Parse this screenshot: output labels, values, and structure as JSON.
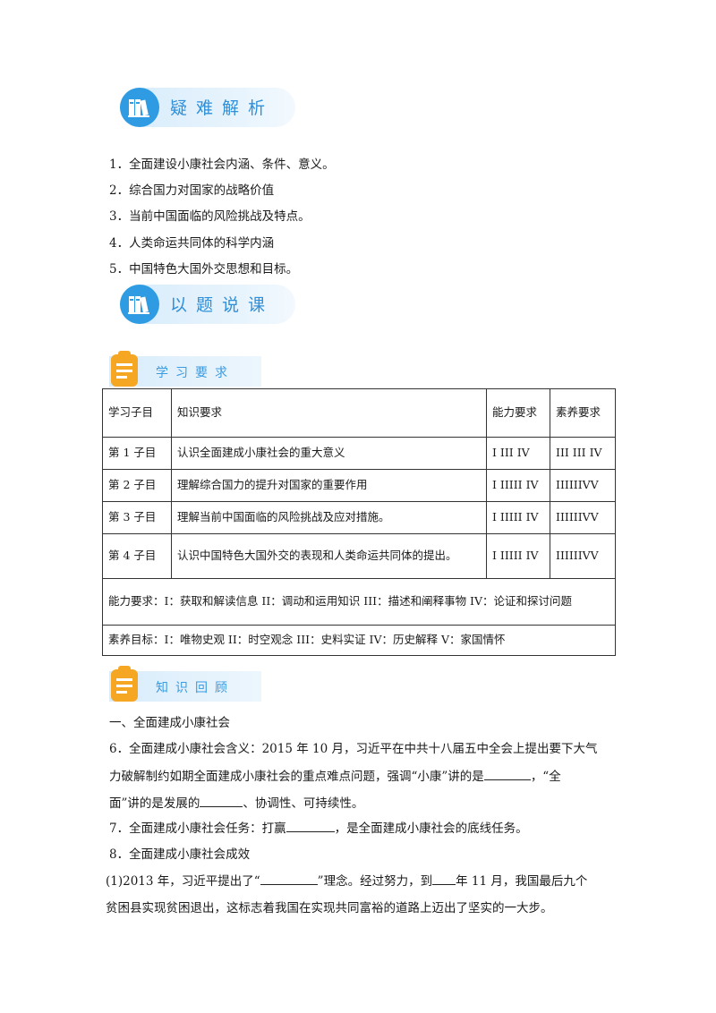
{
  "sections": {
    "difficulty": "疑难解析",
    "lesson": "以题说课",
    "requirements": "学习要求",
    "review": "知识回顾"
  },
  "difficulty_items": [
    "1．全面建设小康社会内涵、条件、意义。",
    "2．综合国力对国家的战略价值",
    "3．当前中国面临的风险挑战及特点。",
    "4．人类命运共同体的科学内涵",
    "5．中国特色大国外交思想和目标。"
  ],
  "table": {
    "header": [
      "学习子目",
      "知识要求",
      "能力要求",
      "素养要求"
    ],
    "rows": [
      [
        "第 1 子目",
        "认识全面建成小康社会的重大意义",
        "I III IV",
        "III III IV"
      ],
      [
        "第 2 子目",
        "理解综合国力的提升对国家的重要作用",
        "I IIIII IV",
        "IIIIIIVV"
      ],
      [
        "第 3 子目",
        "理解当前中国面临的风险挑战及应对措施。",
        "I IIIII IV",
        "IIIIIIVV"
      ],
      [
        "第 4 子目",
        "认识中国特色大国外交的表现和人类命运共同体的提出。",
        "I IIIII IV",
        "IIIIIIVV"
      ]
    ],
    "ability_note": "能力要求：I：获取和解读信息  II：调动和运用知识  III：描述和阐释事物  IV：论证和探讨问题",
    "literacy_note": "素养目标：I：唯物史观  II：时空观念  III：史料实证  IV：历史解释  V：家国情怀"
  },
  "review": {
    "heading": "一、全面建成小康社会",
    "p6_l1": "6．全面建成小康社会含义：2015 年 10 月，习近平在中共十八届五中全会上提出要下大气",
    "p6_l2a": "力破解制约如期全面建成小康社会的重点难点问题，强调“小康”讲的是",
    "p6_l2b": "，“全",
    "p6_l3a": "面”讲的是发展的",
    "p6_l3b": "、协调性、可持续性。",
    "p7a": "7．全面建成小康社会任务：打赢",
    "p7b": "，是全面建成小康社会的底线任务。",
    "p8": "8．全面建成小康社会成效",
    "p8_1a": "(1)2013 年，习近平提出了“",
    "p8_1b": "”理念。经过努力，到",
    "p8_1c": "年 11 月，我国最后九个",
    "p8_2": "贫困县实现贫困退出，这标志着我国在实现共同富裕的道路上迈出了坚实的一大步。"
  }
}
